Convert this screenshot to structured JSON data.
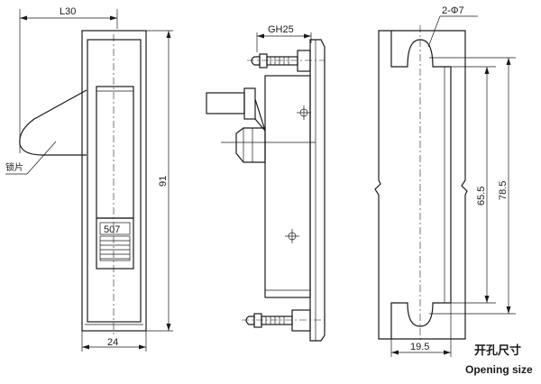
{
  "dimensions": {
    "width_label": "L30",
    "height_label": "91",
    "bottom_width_label": "24",
    "gh_label": "GH25",
    "hole_label": "2-Φ7",
    "inner_height_label": "65.5",
    "outer_height_label": "78.5",
    "cutout_width_label": "19.5"
  },
  "labels": {
    "lock_plate": "锁片",
    "model_number": "507",
    "opening_size_zh": "开孔尺寸",
    "opening_size_en": "Opening size"
  }
}
